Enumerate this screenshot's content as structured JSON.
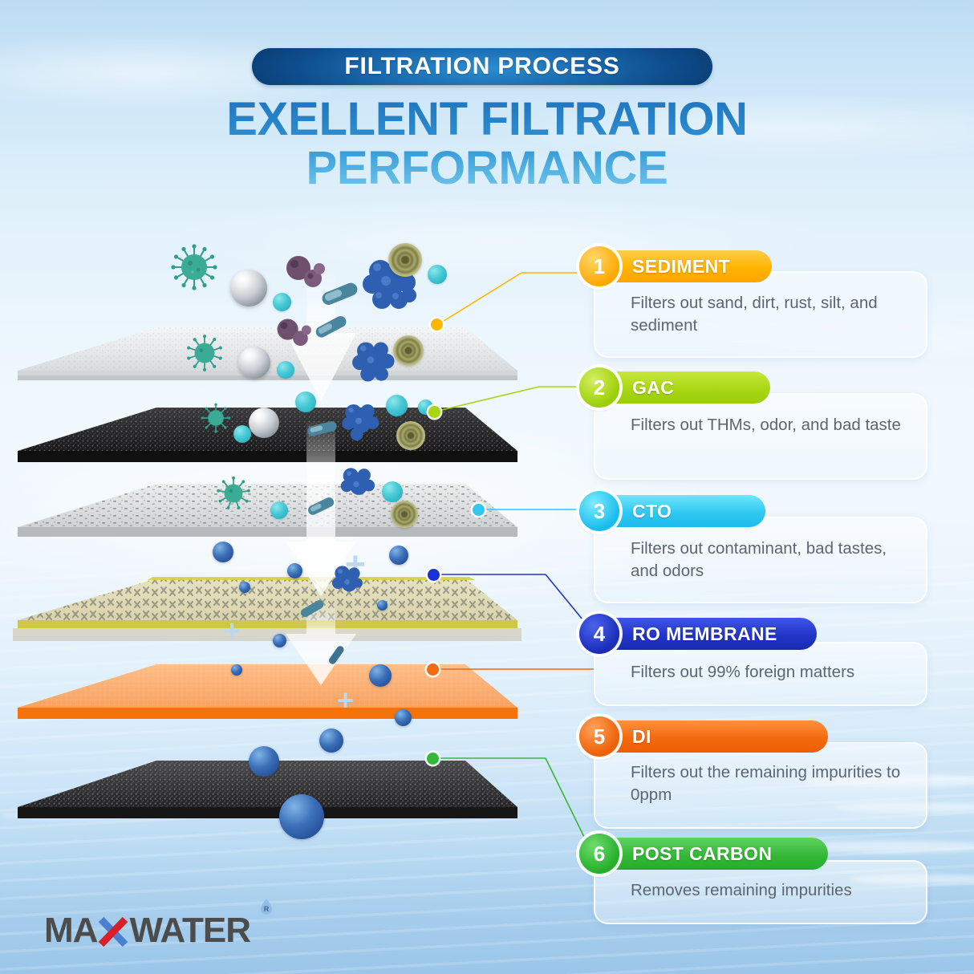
{
  "header": {
    "eyebrow": "FILTRATION PROCESS",
    "title_line1": "EXELLENT FILTRATION",
    "title_line2": "PERFORMANCE"
  },
  "brand": {
    "name_part1": "MA",
    "name_x": "X",
    "name_part2": "WATER",
    "trademark": "R",
    "colors": {
      "text": "#4c4c4c",
      "x_blue": "#4a7fd4",
      "x_red": "#d8202a"
    }
  },
  "stages": [
    {
      "number": "1",
      "label": "SEDIMENT",
      "description": "Filters out sand, dirt, rust, silt, and sediment",
      "color": "#ffb600",
      "color_light": "#ffd34d",
      "layer_name": "sediment-layer"
    },
    {
      "number": "2",
      "label": "GAC",
      "description": "Filters out THMs, odor, and bad taste",
      "color": "#a8d612",
      "color_light": "#cbe84a",
      "layer_name": "gac-layer"
    },
    {
      "number": "3",
      "label": "CTO",
      "description": "Filters out contaminant, bad tastes, and odors",
      "color": "#2ec8f0",
      "color_light": "#6fe2fa",
      "layer_name": "cto-layer"
    },
    {
      "number": "4",
      "label": "RO MEMBRANE",
      "description": "Filters out 99% foreign matters",
      "color": "#2235c8",
      "color_light": "#4a63e8",
      "layer_name": "ro-membrane-layer"
    },
    {
      "number": "5",
      "label": "DI",
      "description": "Filters out the remaining impurities to 0ppm",
      "color": "#f26a11",
      "color_light": "#ff9040",
      "layer_name": "di-layer"
    },
    {
      "number": "6",
      "label": "POST CARBON",
      "description": "Removes remaining impurities",
      "color": "#34b83a",
      "color_light": "#63d063",
      "layer_name": "post-carbon-layer"
    }
  ],
  "contaminants": [
    {
      "name": "virus-particle",
      "color": "#2f9e8a"
    },
    {
      "name": "metal-sphere-particle",
      "color": "#c9ced3"
    },
    {
      "name": "purple-cyst-particle",
      "color": "#6b4a6b"
    },
    {
      "name": "bacteria-cluster-particle",
      "color": "#2f5fb0"
    },
    {
      "name": "spore-particle",
      "color": "#8b8b4e"
    },
    {
      "name": "teal-dot-particle",
      "color": "#44c8d4"
    },
    {
      "name": "rod-bacteria-particle",
      "color": "#3e7d9c"
    },
    {
      "name": "water-droplet",
      "color": "#2f5fb0"
    }
  ],
  "flow": {
    "arrow_name": "downward-flow-arrow",
    "plus_name": "mineral-plus-symbol",
    "plus_count": 4
  },
  "palette": {
    "header_pill_dark": "#0b3f77",
    "header_pill_light": "#2a8fd0",
    "title_top": "#1f73bd",
    "title_bottom": "#76c8ec",
    "card_text": "#5b6672",
    "background_top": "#bcdcf3",
    "background_bottom": "#9bc6e9"
  }
}
